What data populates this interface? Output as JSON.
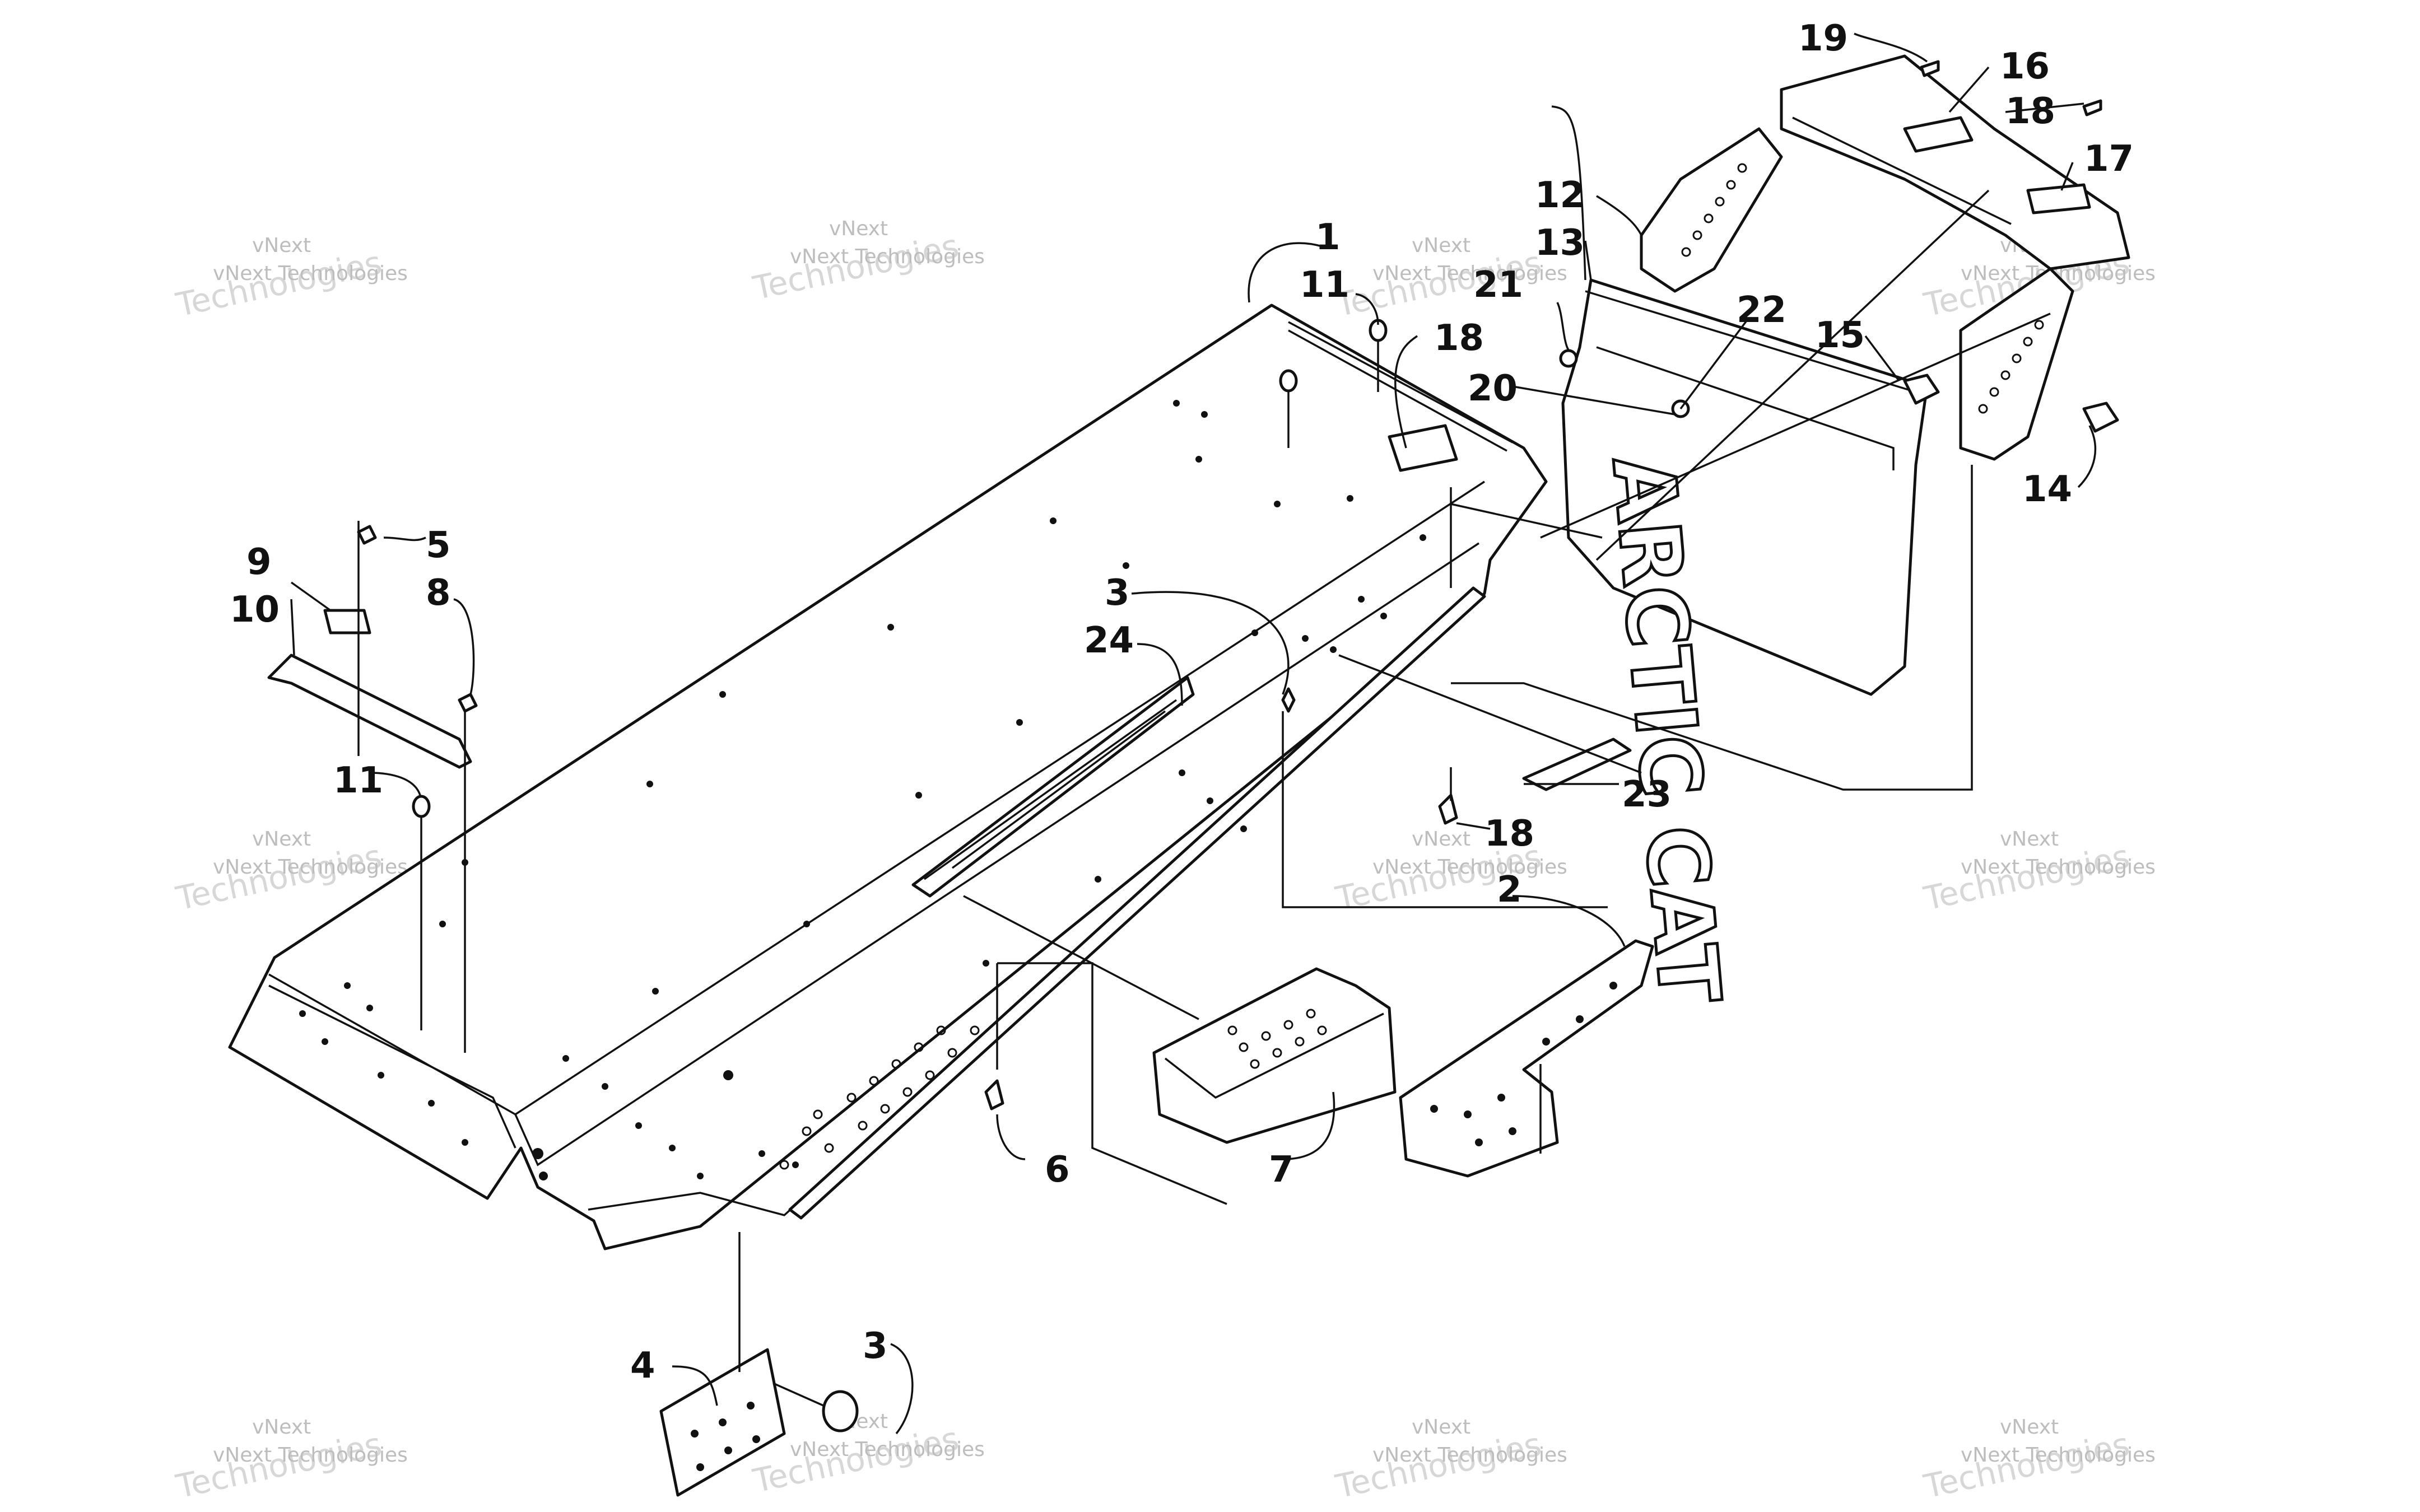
{
  "callouts": [
    {
      "id": "c1",
      "label": "1"
    },
    {
      "id": "c2",
      "label": "2"
    },
    {
      "id": "c3a",
      "label": "3"
    },
    {
      "id": "c3b",
      "label": "3"
    },
    {
      "id": "c4",
      "label": "4"
    },
    {
      "id": "c5",
      "label": "5"
    },
    {
      "id": "c6",
      "label": "6"
    },
    {
      "id": "c7",
      "label": "7"
    },
    {
      "id": "c8",
      "label": "8"
    },
    {
      "id": "c9",
      "label": "9"
    },
    {
      "id": "c10",
      "label": "10"
    },
    {
      "id": "c11a",
      "label": "11"
    },
    {
      "id": "c11b",
      "label": "11"
    },
    {
      "id": "c12",
      "label": "12"
    },
    {
      "id": "c13",
      "label": "13"
    },
    {
      "id": "c14",
      "label": "14"
    },
    {
      "id": "c15",
      "label": "15"
    },
    {
      "id": "c16",
      "label": "16"
    },
    {
      "id": "c17",
      "label": "17"
    },
    {
      "id": "c18a",
      "label": "18"
    },
    {
      "id": "c18b",
      "label": "18"
    },
    {
      "id": "c18c",
      "label": "18"
    },
    {
      "id": "c19",
      "label": "19"
    },
    {
      "id": "c20",
      "label": "20"
    },
    {
      "id": "c21",
      "label": "21"
    },
    {
      "id": "c22",
      "label": "22"
    },
    {
      "id": "c23",
      "label": "23"
    },
    {
      "id": "c24",
      "label": "24"
    }
  ],
  "snowflap_text": "ARCTIC CAT",
  "watermark": {
    "line1": "vNext",
    "line2": "vNext Technologies",
    "line3": "Technologies"
  }
}
